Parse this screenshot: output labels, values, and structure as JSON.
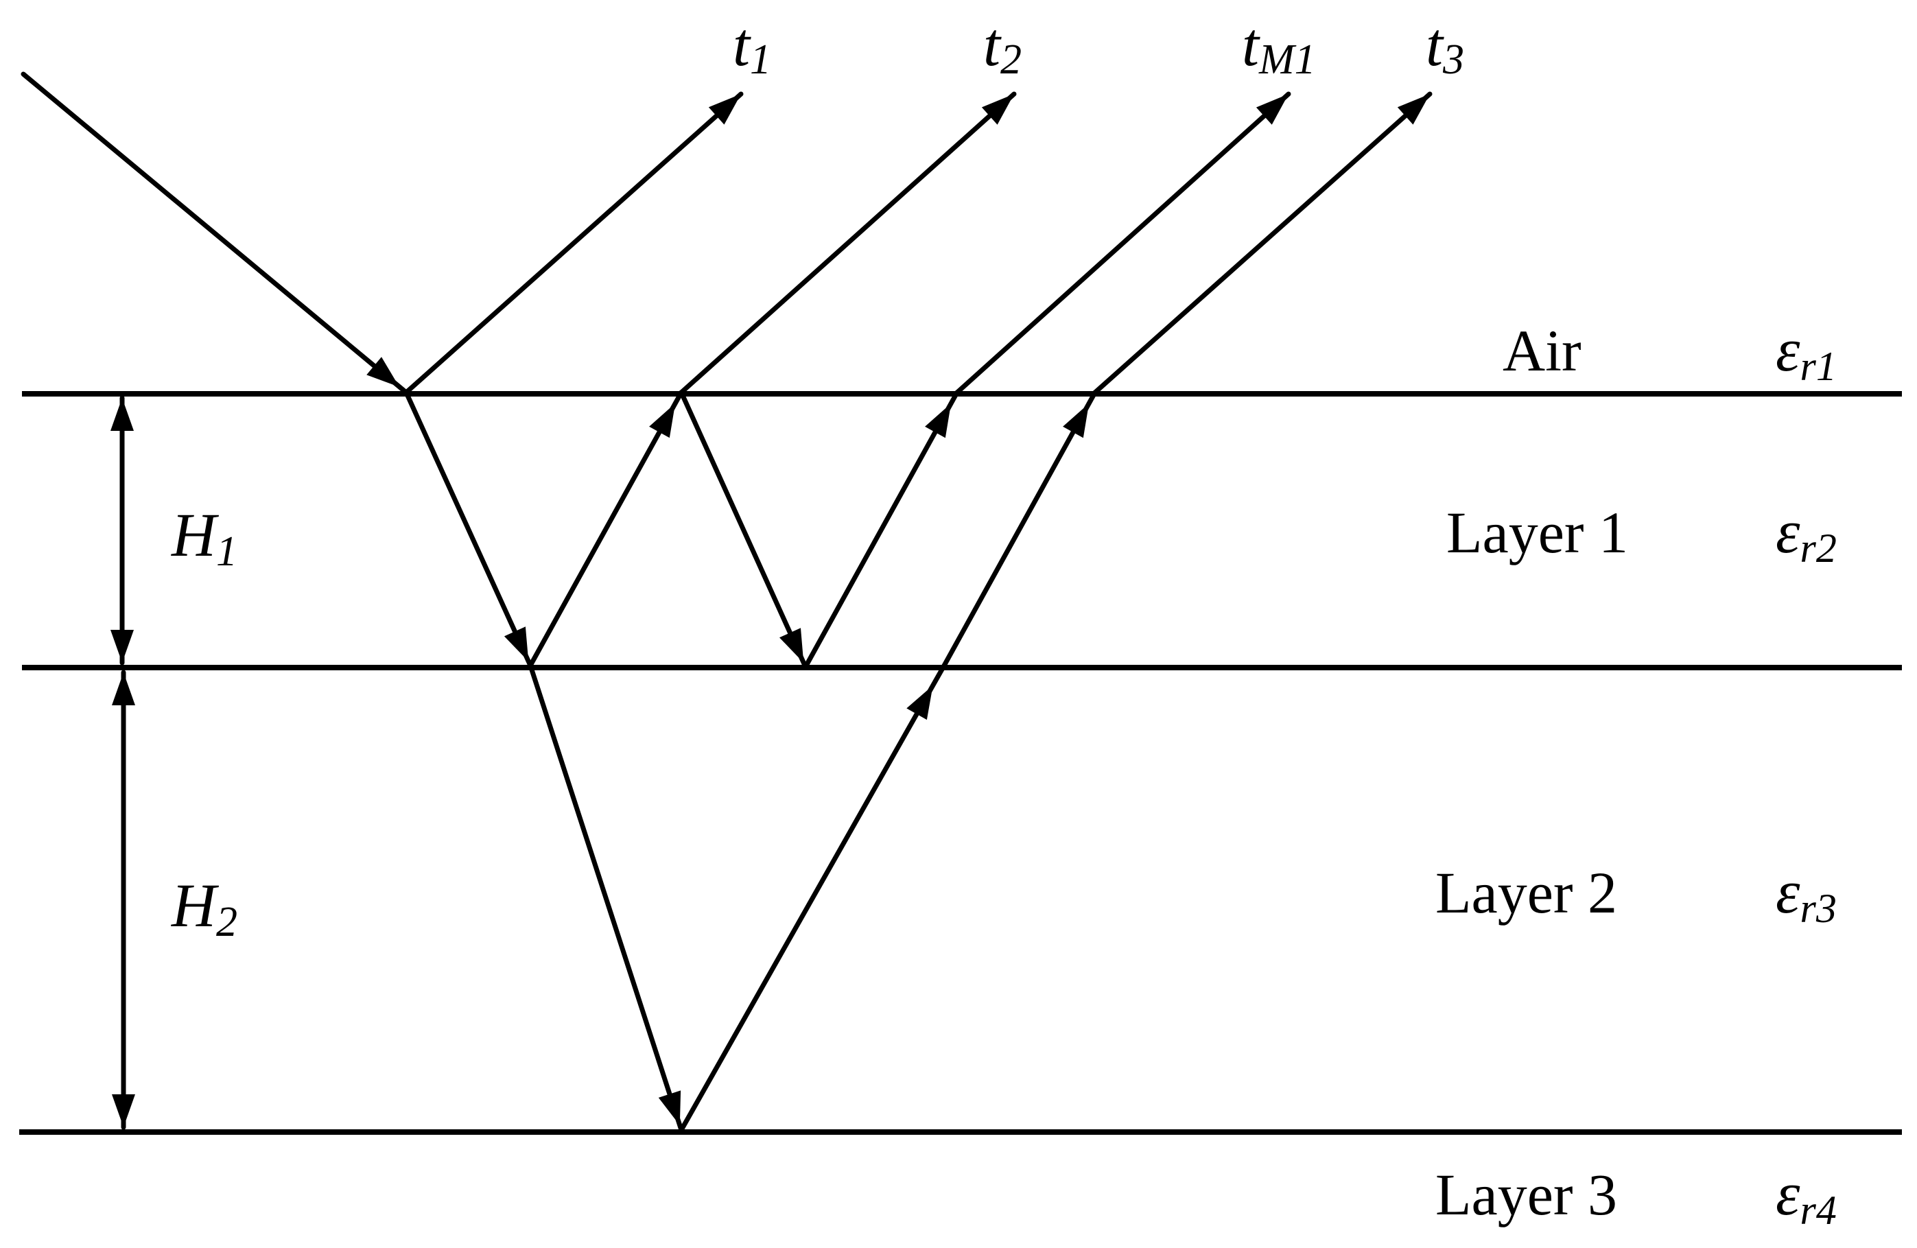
{
  "media": {
    "air": "Air",
    "layer1": "Layer 1",
    "layer2": "Layer 2",
    "layer3": "Layer 3"
  },
  "permittivity": {
    "symbol": "ε",
    "r1": "r1",
    "r2": "r2",
    "r3": "r3",
    "r4": "r4"
  },
  "thickness": {
    "h1": {
      "main": "H",
      "sub": "1"
    },
    "h2": {
      "main": "H",
      "sub": "2"
    }
  },
  "outputs": {
    "t1": {
      "main": "t",
      "sub": "1"
    },
    "t2": {
      "main": "t",
      "sub": "2"
    },
    "tm1": {
      "main": "t",
      "sub": "M1"
    },
    "t3": {
      "main": "t",
      "sub": "3"
    }
  },
  "colors": {
    "ink": "#000000",
    "background": "#ffffff"
  }
}
